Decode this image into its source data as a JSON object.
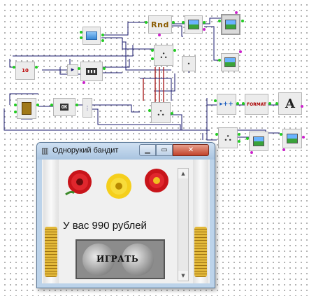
{
  "window": {
    "title": "Однорукий бандит",
    "minimize_glyph": "▁",
    "maximize_glyph": "▭",
    "close_glyph": "✕",
    "message": "У вас 990 рублей",
    "play_label": "ИГРАТЬ"
  },
  "components": {
    "rnd_label": "Rnd",
    "button_label": "OK",
    "format_label": "FORMAT",
    "text_label": "A",
    "gen_label": "▸++",
    "counter_label": "10"
  },
  "reels": [
    "red-flower",
    "yellow-flower",
    "red-flower"
  ],
  "colors": {
    "wire": "#1a1a6e",
    "accent_red": "#c0392b",
    "coin_gold": "#e3b93a"
  }
}
